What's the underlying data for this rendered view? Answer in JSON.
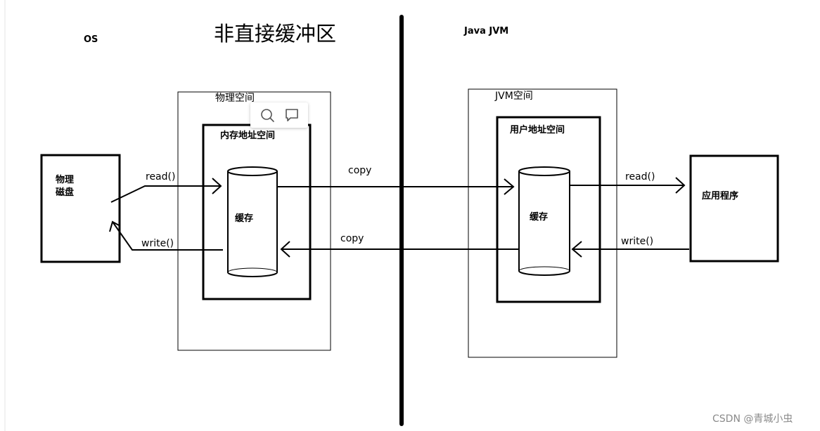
{
  "title": "非直接缓冲区",
  "os_label": "OS",
  "jvm_label": "Java JVM",
  "physical_space_label": "物理空间",
  "memory_space_label": "内存地址空间",
  "jvm_space_label": "JVM空间",
  "user_space_label": "用户地址空间",
  "disk_label_line1": "物理",
  "disk_label_line2": "磁盘",
  "cache_left_label": "缓存",
  "cache_right_label": "缓存",
  "app_label": "应用程序",
  "arrows": {
    "read_left": "read()",
    "write_left": "write()",
    "copy_top": "copy",
    "copy_bottom": "copy",
    "read_right": "read()",
    "write_right": "write()"
  },
  "toolbar": {
    "icons": [
      "search-icon",
      "comment-icon"
    ]
  },
  "watermark": "CSDN @青城小虫"
}
